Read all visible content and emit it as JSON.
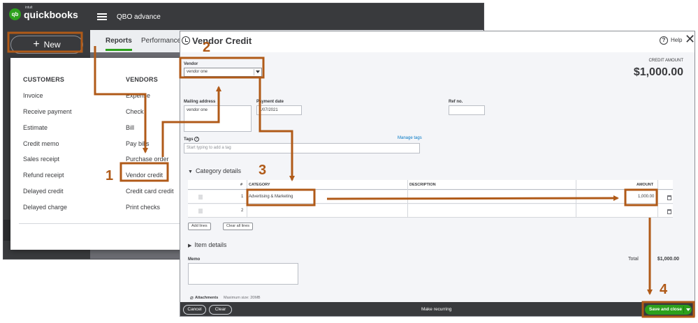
{
  "app": {
    "logo_mark": "qb",
    "logo_sub": "intuit",
    "logo_text": "quickbooks",
    "new_label": "New",
    "company": "QBO advance",
    "tabs": [
      {
        "label": "Reports"
      },
      {
        "label": "Performance"
      }
    ]
  },
  "new_menu": {
    "customers_head": "CUSTOMERS",
    "customers": [
      "Invoice",
      "Receive payment",
      "Estimate",
      "Credit memo",
      "Sales receipt",
      "Refund receipt",
      "Delayed credit",
      "Delayed charge"
    ],
    "vendors_head": "VENDORS",
    "vendors": [
      "Expense",
      "Check",
      "Bill",
      "Pay bills",
      "Purchase order",
      "Vendor credit",
      "Credit card credit",
      "Print checks"
    ]
  },
  "modal": {
    "title": "Vendor Credit",
    "help": "Help",
    "close": "✕",
    "vendor_label": "Vendor",
    "vendor_value": "vendor one",
    "credit_amount_label": "CREDIT AMOUNT",
    "credit_amount": "$1,000.00",
    "mailing_label": "Mailing address",
    "mailing_value": "vendor one",
    "payment_date_label": "Payment date",
    "payment_date_value": "1/07/2021",
    "ref_label": "Ref no.",
    "tags_label": "Tags",
    "tags_placeholder": "Start typing to add a tag",
    "manage_tags": "Manage tags",
    "category_details": "Category details",
    "item_details": "Item details",
    "table": {
      "headers": {
        "num": "#",
        "category": "CATEGORY",
        "description": "DESCRIPTION",
        "amount": "AMOUNT"
      },
      "rows": [
        {
          "num": "1",
          "category": "Advertising & Marketing",
          "description": "",
          "amount": "1,000.00"
        },
        {
          "num": "2",
          "category": "",
          "description": "",
          "amount": ""
        }
      ]
    },
    "add_lines": "Add lines",
    "clear_all_lines": "Clear all lines",
    "memo_label": "Memo",
    "total_label": "Total",
    "total_value": "$1,000.00",
    "attachments_label": "Attachments",
    "max_size": "Maximum size: 20MB",
    "footer": {
      "cancel": "Cancel",
      "clear": "Clear",
      "make_recurring": "Make recurring",
      "save_close": "Save and close"
    }
  },
  "annotations": {
    "steps": [
      "1",
      "2",
      "3",
      "4"
    ],
    "color": "#b05a18"
  }
}
